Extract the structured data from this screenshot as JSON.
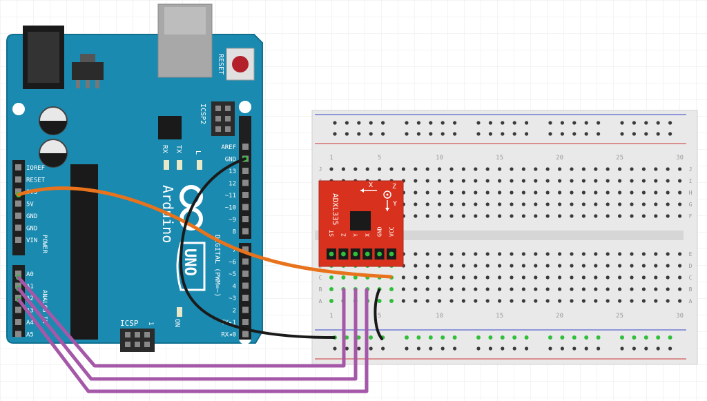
{
  "arduino": {
    "reset_label": "RESET",
    "icsp2_label": "ICSP2",
    "icsp_label": "ICSP",
    "icsp_one": "1",
    "rx_label": "RX",
    "tx_label": "TX",
    "l_label": "L",
    "on_label": "ON",
    "brand": "Arduino",
    "tm": "™",
    "uno": "UNO",
    "digital_label": "DIGITAL (PWM=~)",
    "power_label": "POWER",
    "analog_label": "ANALOG IN",
    "left_pins": [
      "IOREF",
      "RESET",
      "3V3",
      "5V",
      "GND",
      "GND",
      "VIN"
    ],
    "analog_pins": [
      "A0",
      "A1",
      "A2",
      "A3",
      "A4",
      "A5"
    ],
    "digital_top": [
      "AREF",
      "GND",
      "13",
      "12",
      "~11",
      "~10",
      "~9",
      "8"
    ],
    "digital_bottom": [
      "7",
      "~6",
      "~5",
      "4",
      "~3",
      "2",
      "TX▸1",
      "RX◂0"
    ]
  },
  "breadboard": {
    "col_numbers": [
      "1",
      "5",
      "10",
      "15",
      "20",
      "25",
      "30"
    ],
    "rows_top": [
      "J",
      "I",
      "H",
      "G",
      "F"
    ],
    "rows_bottom": [
      "E",
      "D",
      "C",
      "B",
      "A"
    ]
  },
  "sensor": {
    "name": "ADXL335",
    "pins": [
      "ST",
      "Z",
      "Y",
      "X",
      "GND",
      "VCC"
    ],
    "axis_x": "X",
    "axis_y": "Y",
    "axis_z": "Z"
  },
  "colors": {
    "board": "#1a8ab0",
    "board_edge": "#0f6f8f",
    "sensor": "#d8321e",
    "wire_orange": "#e8731c",
    "wire_black": "#1a1a1a",
    "wire_purple": "#a557a8",
    "rail_blue": "#3344cc",
    "rail_red": "#cc3333"
  }
}
